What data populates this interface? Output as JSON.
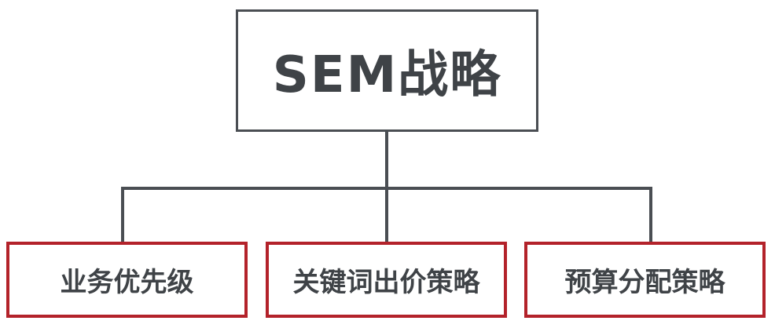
{
  "diagram": {
    "root": {
      "label": "SEM战略"
    },
    "children": [
      {
        "label": "业务优先级"
      },
      {
        "label": "关键词出价策略"
      },
      {
        "label": "预算分配策略"
      }
    ]
  },
  "colors": {
    "connector": "#4a4e53",
    "root_border": "#4a4e53",
    "child_border": "#b3222a",
    "text": "#3f4347"
  }
}
